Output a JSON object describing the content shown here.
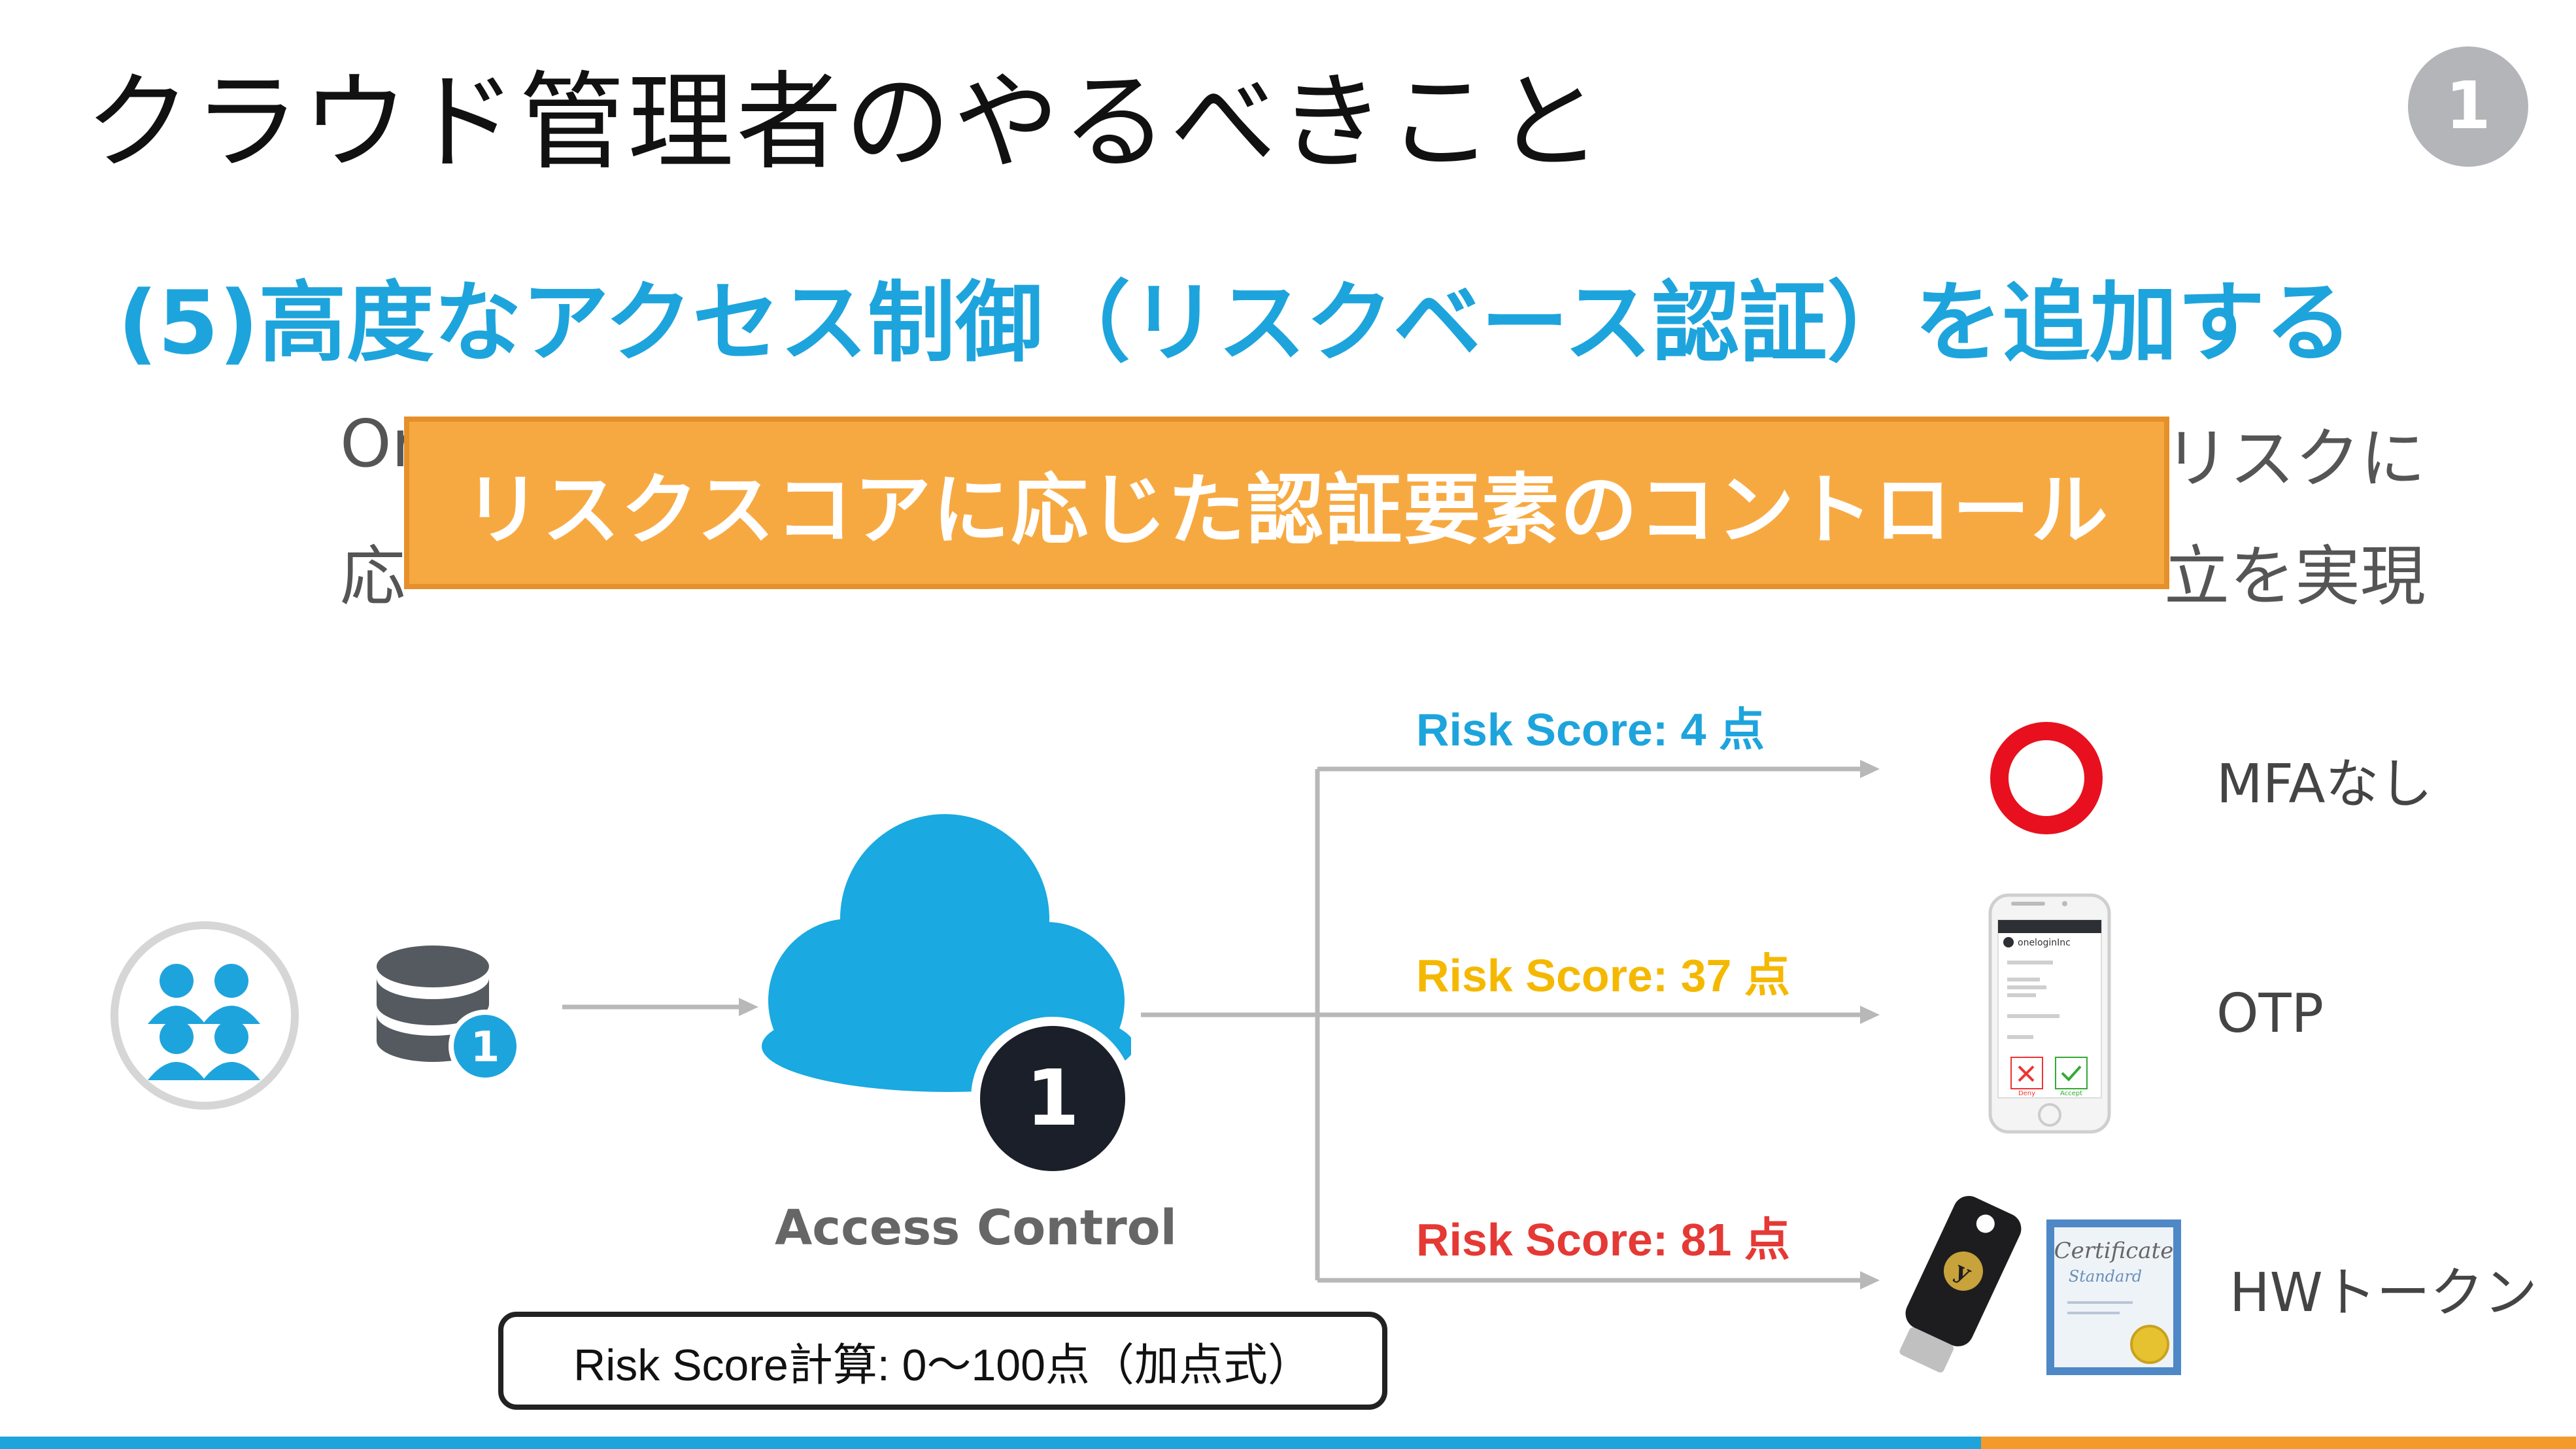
{
  "title": "クラウド管理者のやるべきこと",
  "subtitle": "(5)高度なアクセス制御（リスクベース認証）を追加する",
  "body_lines": {
    "line1_left": "Or",
    "line1_right": "リスクに",
    "line2_left": "応",
    "line2_right": "立を実現"
  },
  "banner": {
    "text": "リスクスコアに応じた認証要素のコントロール",
    "color": "#f7a941"
  },
  "access_control_label": "Access Control",
  "logo_glyph": "1",
  "risk_paths": [
    {
      "label": "Risk Score: 4 点",
      "color": "#1ea4dc",
      "method": "MFAなし",
      "icon": "red-ring-icon"
    },
    {
      "label": "Risk Score: 37 点",
      "color": "#f5b800",
      "method": "OTP",
      "icon": "smartphone-otp-icon"
    },
    {
      "label": "Risk Score: 81 点",
      "color": "#e53935",
      "method": "HWトークン",
      "icon": "hardware-key-certificate-icon"
    }
  ],
  "calc_note": "Risk Score計算: 0〜100点（加点式）",
  "phone_screen": {
    "org": "oneloginInc",
    "deny": "Deny",
    "accept": "Accept"
  },
  "certificate": {
    "line1": "Certificate",
    "line2": "Standard"
  },
  "colors": {
    "accent_blue": "#1ea4dc",
    "cloud_blue": "#1aa9e0",
    "dark_navy": "#1b1f2a",
    "gray_arrow": "#b8b8b8",
    "bottom_orange": "#f39a2b"
  }
}
